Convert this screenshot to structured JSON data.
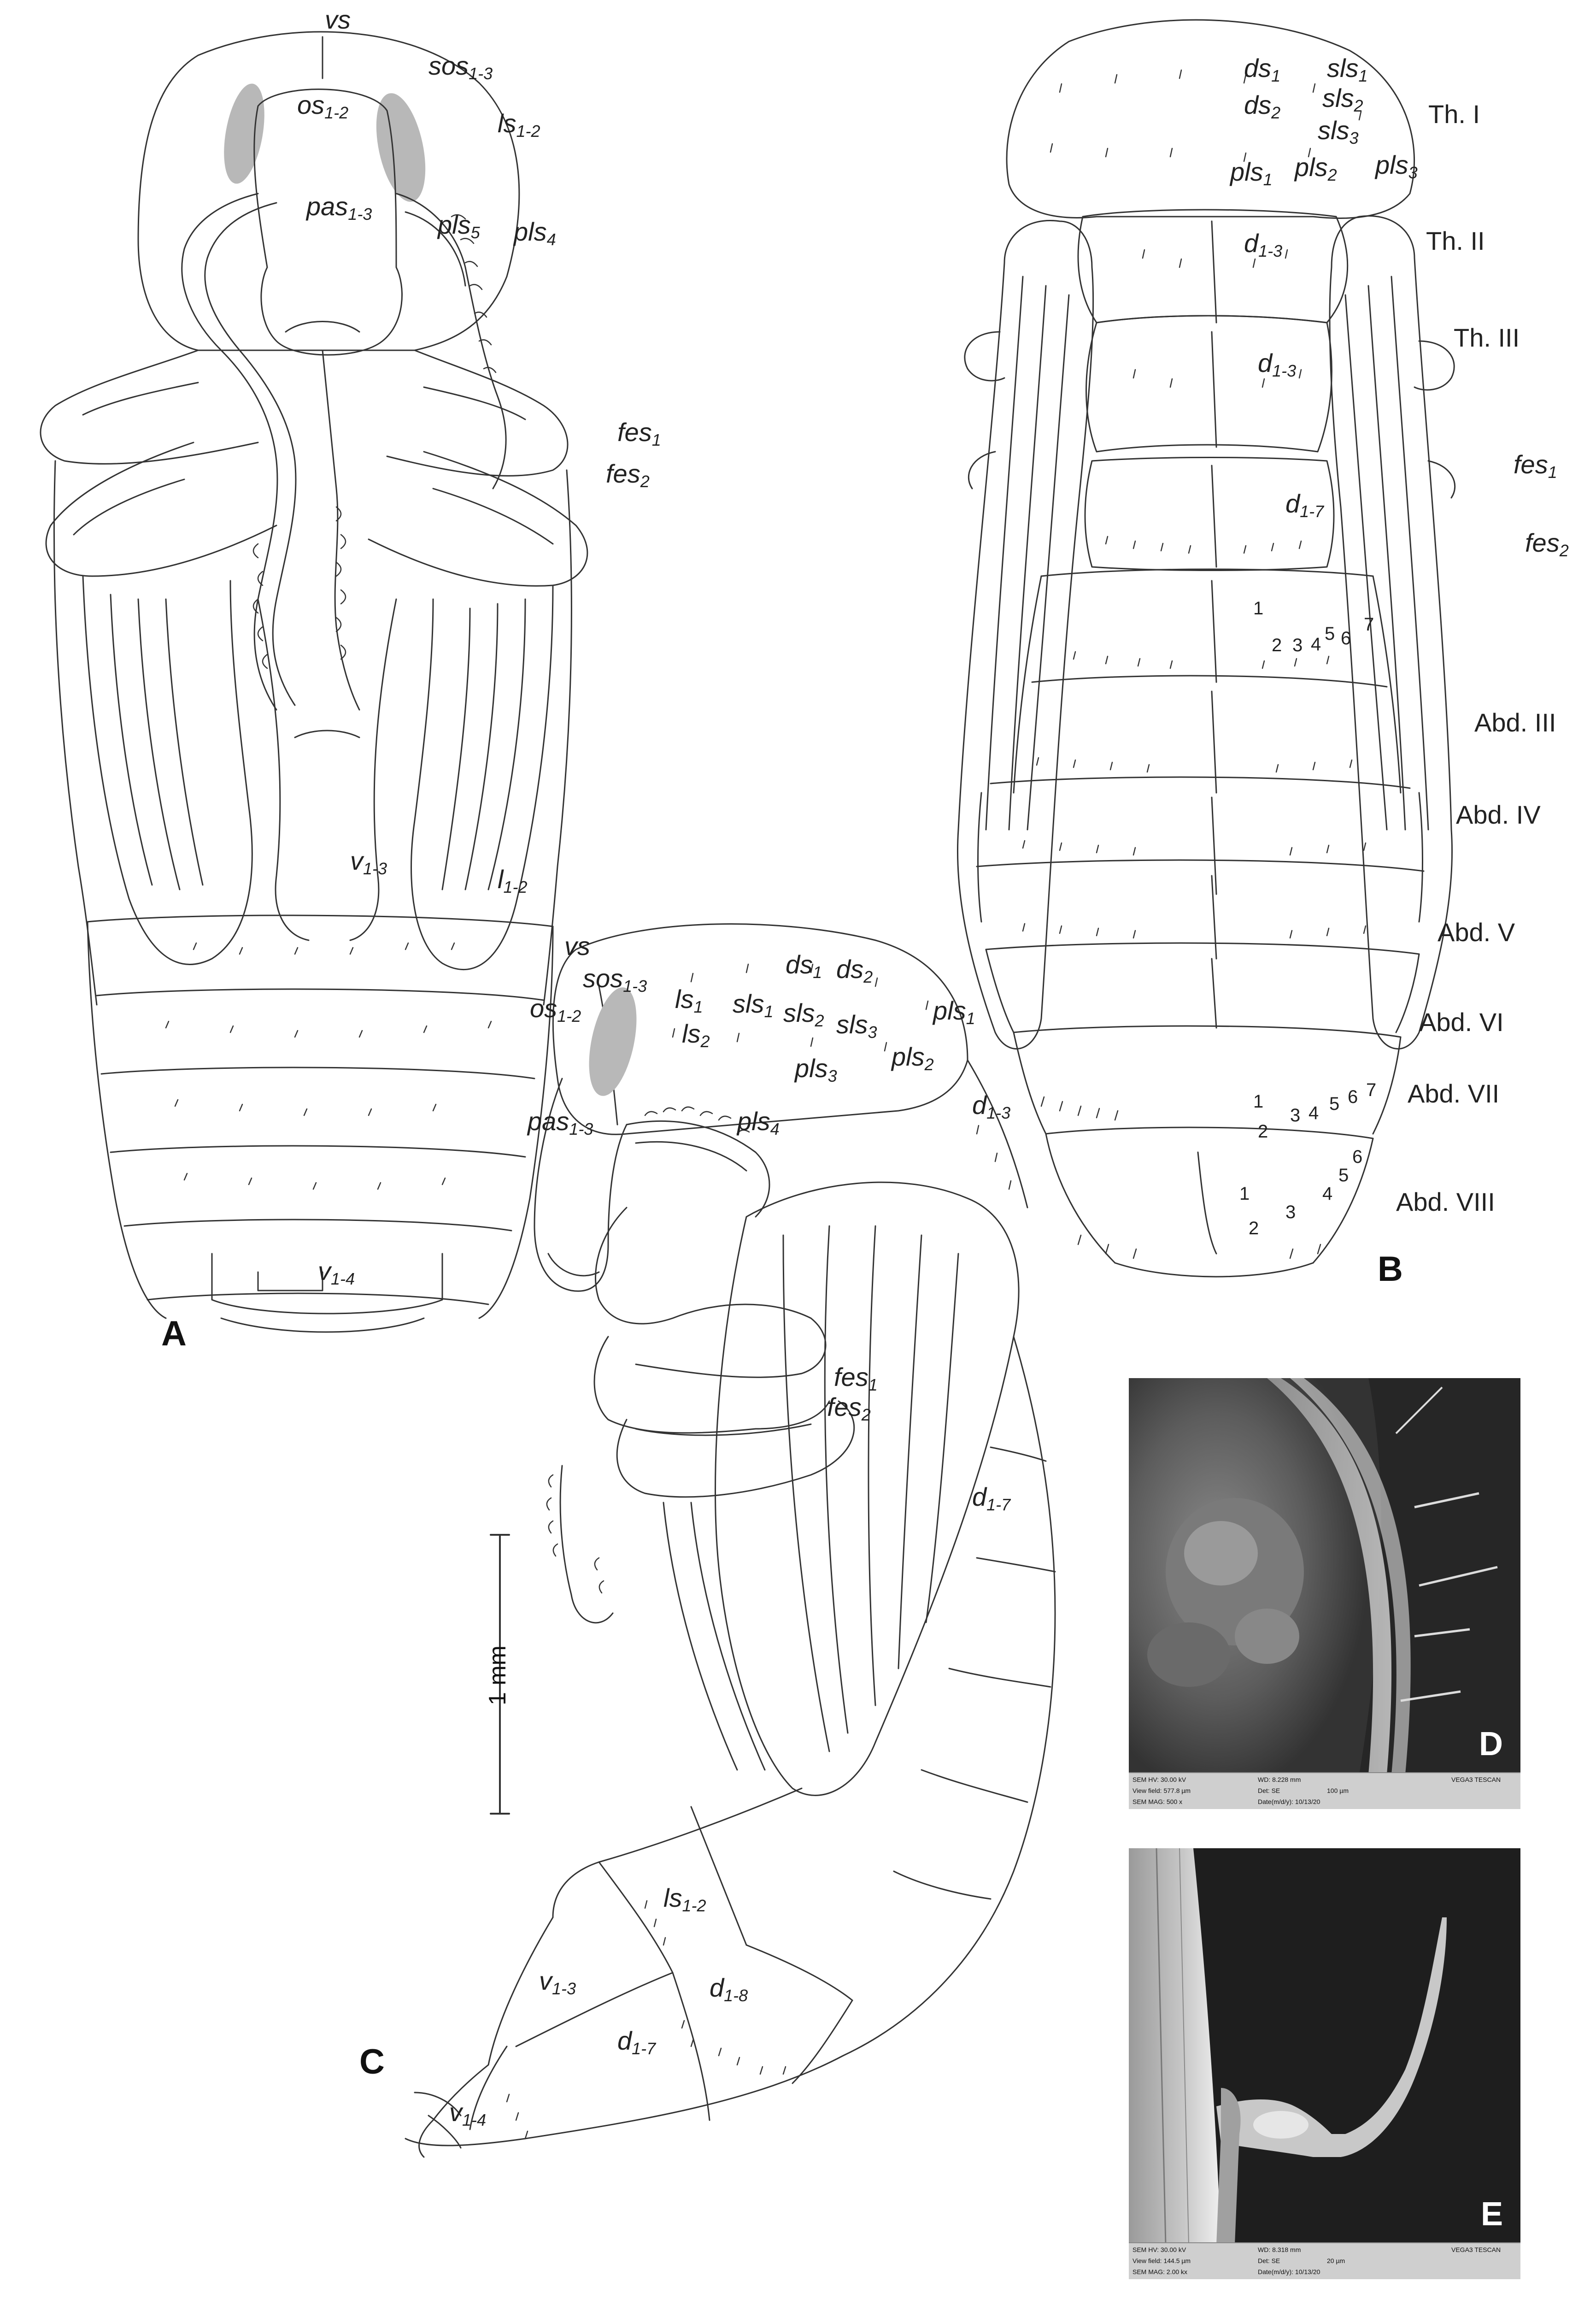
{
  "figure": {
    "panels": {
      "a": "A",
      "b": "B",
      "c": "C",
      "d": "D",
      "e": "E"
    },
    "scale_bar": "1 mm"
  },
  "panel_a": {
    "vs": "vs",
    "sos": {
      "base": "sos",
      "sub": "1-3"
    },
    "os": {
      "base": "os",
      "sub": "1-2"
    },
    "ls": {
      "base": "ls",
      "sub": "1-2"
    },
    "pas": {
      "base": "pas",
      "sub": "1-3"
    },
    "pls5": {
      "base": "pls",
      "sub": "5"
    },
    "pls4": {
      "base": "pls",
      "sub": "4"
    },
    "fes1": {
      "base": "fes",
      "sub": "1"
    },
    "fes2": {
      "base": "fes",
      "sub": "2"
    },
    "v13": {
      "base": "v",
      "sub": "1-3"
    },
    "l12": {
      "base": "l",
      "sub": "1-2"
    },
    "v14": {
      "base": "v",
      "sub": "1-4"
    }
  },
  "panel_b": {
    "ds1": {
      "base": "ds",
      "sub": "1"
    },
    "ds2": {
      "base": "ds",
      "sub": "2"
    },
    "sls1": {
      "base": "sls",
      "sub": "1"
    },
    "sls2": {
      "base": "sls",
      "sub": "2"
    },
    "sls3": {
      "base": "sls",
      "sub": "3"
    },
    "pls1": {
      "base": "pls",
      "sub": "1"
    },
    "pls2": {
      "base": "pls",
      "sub": "2"
    },
    "pls3": {
      "base": "pls",
      "sub": "3"
    },
    "d13a": {
      "base": "d",
      "sub": "1-3"
    },
    "d13b": {
      "base": "d",
      "sub": "1-3"
    },
    "d17": {
      "base": "d",
      "sub": "1-7"
    },
    "fes1": {
      "base": "fes",
      "sub": "1"
    },
    "fes2": {
      "base": "fes",
      "sub": "2"
    },
    "segments": [
      "Th. I",
      "Th. II",
      "Th. III",
      "Abd. III",
      "Abd. IV",
      "Abd. V",
      "Abd. VI",
      "Abd. VII",
      "Abd. VIII"
    ],
    "setae_numbers_1": [
      "1",
      "2",
      "3",
      "4",
      "5",
      "6",
      "7"
    ],
    "setae_numbers_2": [
      "1",
      "2",
      "3",
      "4",
      "5",
      "6",
      "7"
    ],
    "setae_numbers_3": [
      "1",
      "2",
      "3",
      "4",
      "5",
      "6"
    ]
  },
  "panel_c": {
    "vs": "vs",
    "sos": {
      "base": "sos",
      "sub": "1-3"
    },
    "os": {
      "base": "os",
      "sub": "1-2"
    },
    "ls1": {
      "base": "ls",
      "sub": "1"
    },
    "ls2": {
      "base": "ls",
      "sub": "2"
    },
    "ds1": {
      "base": "ds",
      "sub": "1"
    },
    "ds2": {
      "base": "ds",
      "sub": "2"
    },
    "sls1": {
      "base": "sls",
      "sub": "1"
    },
    "sls2": {
      "base": "sls",
      "sub": "2"
    },
    "sls3": {
      "base": "sls",
      "sub": "3"
    },
    "pls1": {
      "base": "pls",
      "sub": "1"
    },
    "pls2": {
      "base": "pls",
      "sub": "2"
    },
    "pls3": {
      "base": "pls",
      "sub": "3"
    },
    "pls4": {
      "base": "pls",
      "sub": "4"
    },
    "pas": {
      "base": "pas",
      "sub": "1-3"
    },
    "d13": {
      "base": "d",
      "sub": "1-3"
    },
    "fes1": {
      "base": "fes",
      "sub": "1"
    },
    "fes2": {
      "base": "fes",
      "sub": "2"
    },
    "d17a": {
      "base": "d",
      "sub": "1-7"
    },
    "ls12": {
      "base": "ls",
      "sub": "1-2"
    },
    "v13": {
      "base": "v",
      "sub": "1-3"
    },
    "d18": {
      "base": "d",
      "sub": "1-8"
    },
    "d17b": {
      "base": "d",
      "sub": "1-7"
    },
    "v14": {
      "base": "v",
      "sub": "1-4"
    }
  },
  "sem_d": {
    "row1": [
      "SEM HV: 30.00 kV",
      "WD: 8.228 mm",
      "VEGA3 TESCAN"
    ],
    "row2": [
      "View field: 577.8 µm",
      "Det: SE",
      "100 µm"
    ],
    "row3": [
      "SEM MAG: 500 x",
      "Date(m/d/y): 10/13/20"
    ]
  },
  "sem_e": {
    "row1": [
      "SEM HV: 30.00 kV",
      "WD: 8.318 mm",
      "VEGA3 TESCAN"
    ],
    "row2": [
      "View field: 144.5 µm",
      "Det: SE",
      "20 µm"
    ],
    "row3": [
      "SEM MAG: 2.00 kx",
      "Date(m/d/y): 10/13/20"
    ]
  }
}
